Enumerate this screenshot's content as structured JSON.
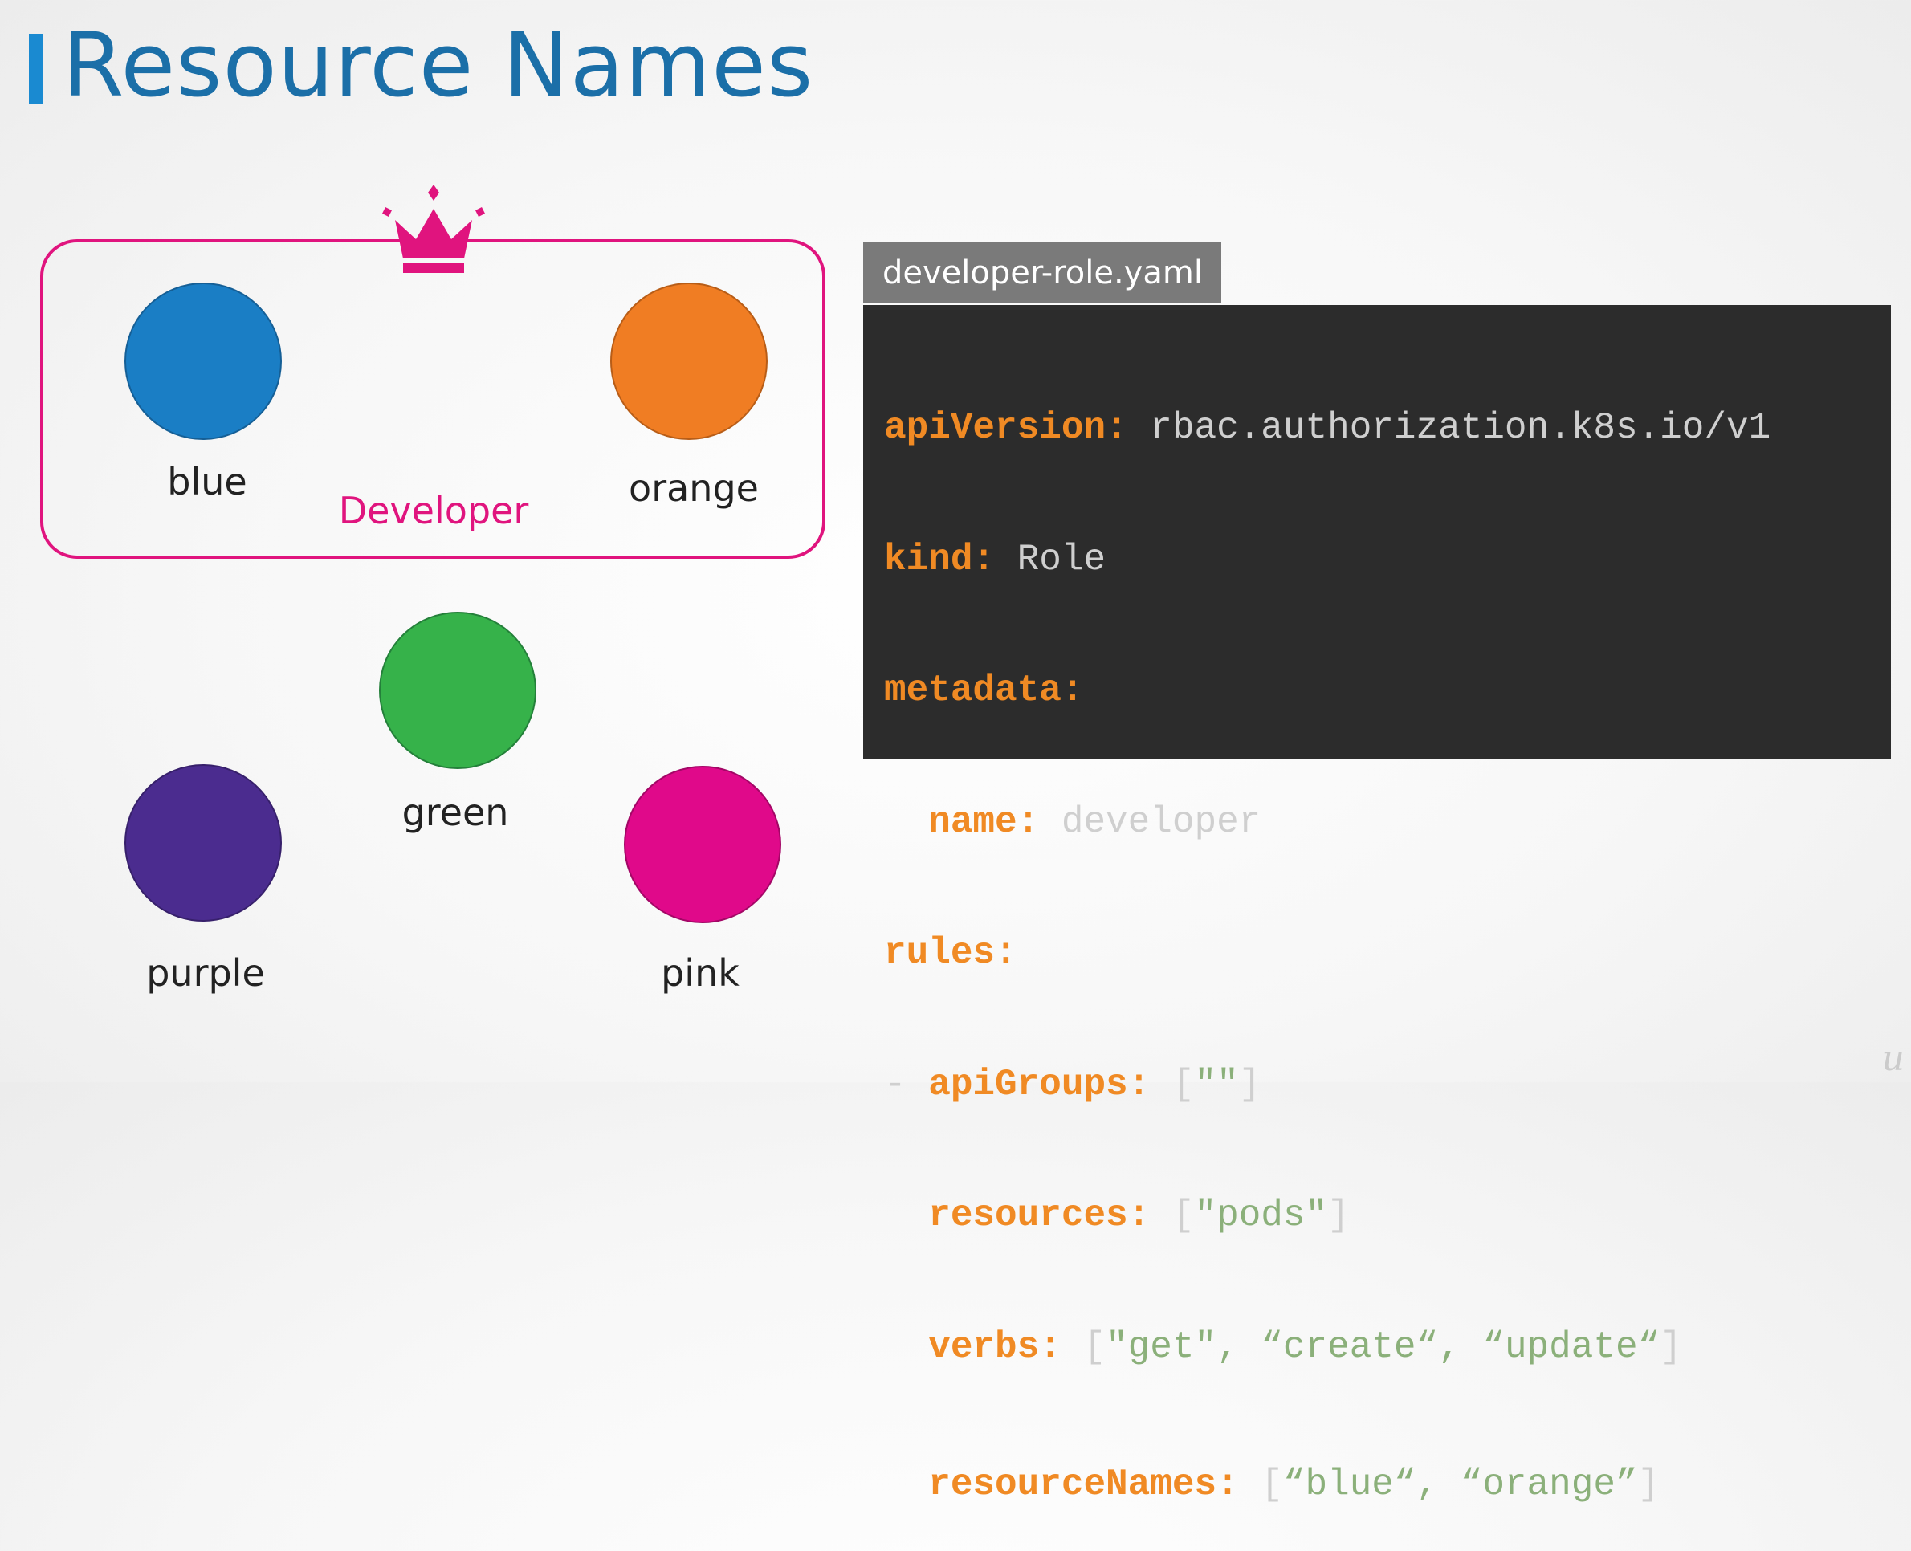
{
  "slide": {
    "title": "Resource Names"
  },
  "diagram": {
    "role_label": "Developer",
    "pods": [
      {
        "name": "blue",
        "color": "#1a7ec5"
      },
      {
        "name": "orange",
        "color": "#f07d23"
      },
      {
        "name": "green",
        "color": "#36b24a"
      },
      {
        "name": "purple",
        "color": "#4b2c8f"
      },
      {
        "name": "pink",
        "color": "#e0098a"
      }
    ],
    "accent_color": "#e0147e",
    "crown_icon": "crown-icon"
  },
  "file": {
    "name": "developer-role.yaml"
  },
  "code": {
    "lines": [
      {
        "key": "apiVersion:",
        "value": " rbac.authorization.k8s.io/v1"
      },
      {
        "key": "kind:",
        "value": " Role"
      },
      {
        "key": "metadata:",
        "value": ""
      },
      {
        "key": "  name:",
        "value": " developer"
      },
      {
        "key": "rules:",
        "value": ""
      },
      {
        "dash": "- ",
        "key": "apiGroups:",
        "open": " [",
        "strings": "\"\"",
        "close": "]"
      },
      {
        "key": "  resources:",
        "open": " [",
        "strings": "\"pods\"",
        "close": "]"
      },
      {
        "key": "  verbs:",
        "open": " [",
        "strings": "\"get\", “create“, “update“",
        "close": "]"
      },
      {
        "key": "  resourceNames:",
        "open": " [",
        "strings": "“blue“, “orange”",
        "close": "]"
      }
    ]
  },
  "watermark": "u"
}
